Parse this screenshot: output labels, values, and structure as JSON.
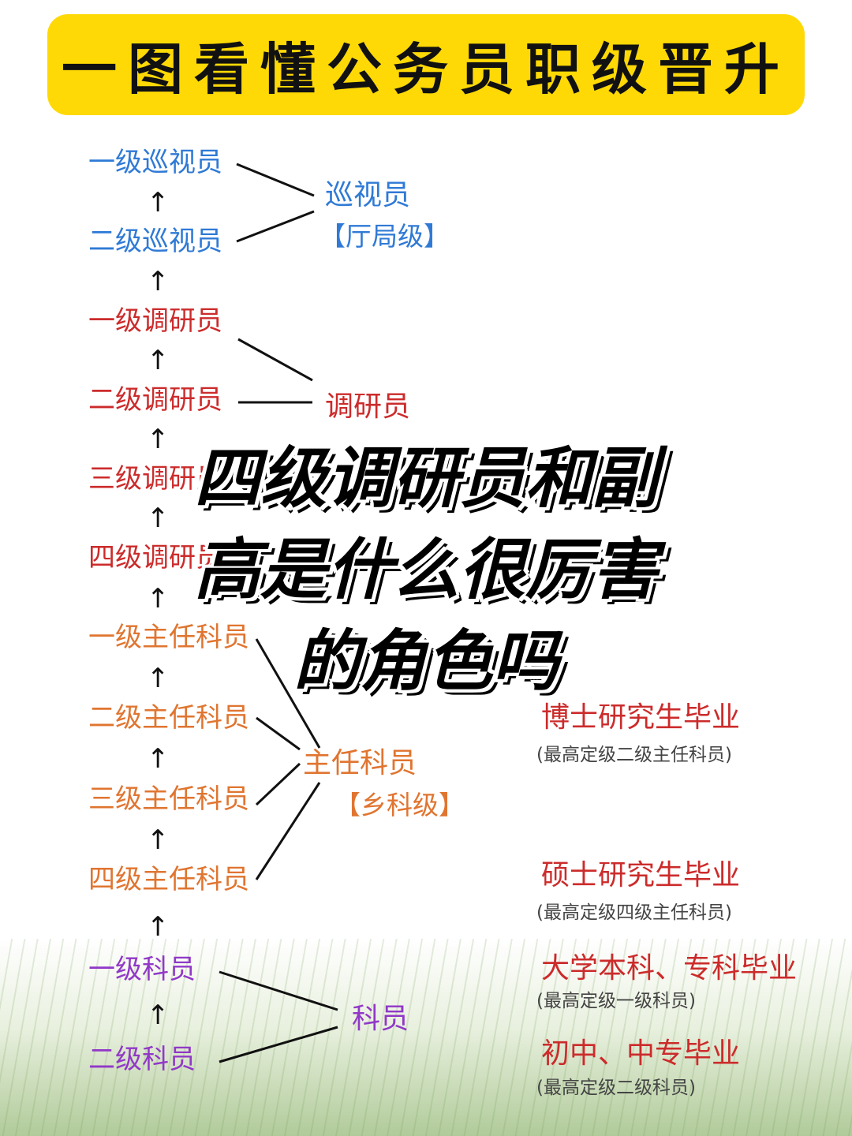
{
  "title": "一图看懂公务员职级晋升",
  "ranks": [
    {
      "label": "一级巡视员"
    },
    {
      "label": "二级巡视员"
    },
    {
      "label": "一级调研员"
    },
    {
      "label": "二级调研员"
    },
    {
      "label": "三级调研员"
    },
    {
      "label": "四级调研员"
    },
    {
      "label": "一级主任科员"
    },
    {
      "label": "二级主任科员"
    },
    {
      "label": "三级主任科员"
    },
    {
      "label": "四级主任科员"
    },
    {
      "label": "一级科员"
    },
    {
      "label": "二级科员"
    }
  ],
  "arrow_symbol": "↑",
  "groups": {
    "inspector": {
      "name": "巡视员",
      "level": "【厅局级】"
    },
    "researcher": {
      "name": "调研员"
    },
    "section": {
      "name": "主任科员",
      "level": "【乡科级】"
    },
    "clerk": {
      "name": "科员"
    }
  },
  "education": [
    {
      "degree": "博士研究生毕业",
      "note": "(最高定级二级主任科员)"
    },
    {
      "degree": "硕士研究生毕业",
      "note": "(最高定级四级主任科员)"
    },
    {
      "degree": "大学本科、专科毕业",
      "note": "(最高定级一级科员)"
    },
    {
      "degree": "初中、中专毕业",
      "note": "(最高定级二级科员)"
    }
  ],
  "overlay_lines": [
    "四级调研员和副",
    "高是什么很厉害",
    "的角色吗"
  ],
  "colors": {
    "title_bg": "#ffd905",
    "inspector": "#2f7ad6",
    "researcher": "#cc2b2b",
    "section": "#e07530",
    "clerk": "#9138c8"
  }
}
